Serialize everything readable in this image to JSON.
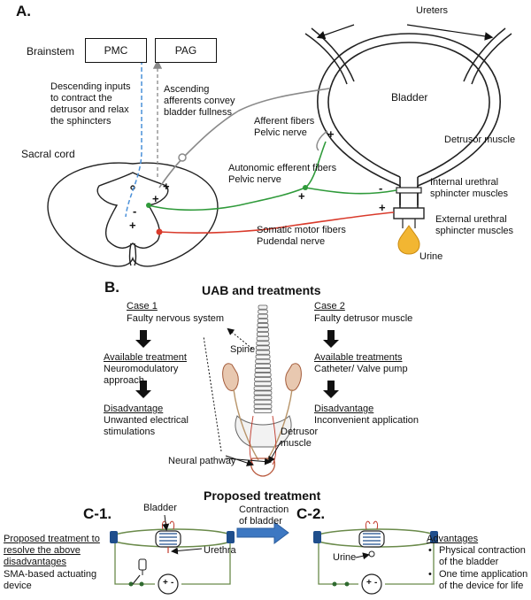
{
  "panel_a": {
    "label": "A.",
    "brainstem": "Brainstem",
    "pmc": "PMC",
    "pag": "PAG",
    "ureters": "Ureters",
    "bladder": "Bladder",
    "descending_1": "Descending inputs",
    "descending_2": "to contract the",
    "descending_3": "detrusor and relax",
    "descending_4": "the sphincters",
    "ascending_1": "Ascending",
    "ascending_2": "afferents convey",
    "ascending_3": "bladder fullness",
    "afferent_1": "Afferent fibers",
    "afferent_2": "Pelvic nerve",
    "detrusor_muscle": "Detrusor muscle",
    "sacral_cord": "Sacral cord",
    "autonomic_1": "Autonomic efferent fibers",
    "autonomic_2": "Pelvic nerve",
    "internal_1": "Internal urethral",
    "internal_2": "sphincter muscles",
    "external_1": "External urethral",
    "external_2": "sphincter muscles",
    "somatic_1": "Somatic motor fibers",
    "somatic_2": "Pudendal nerve",
    "urine": "Urine",
    "plus": "+",
    "minus": "-"
  },
  "panel_b": {
    "label": "B.",
    "title": "UAB and treatments",
    "case1": "Case 1",
    "case1_desc": "Faulty nervous system",
    "avail1": "Available treatment",
    "avail1_desc_1": "Neuromodulatory",
    "avail1_desc_2": "approach",
    "disadv1": "Disadvantage",
    "disadv1_desc_1": "Unwanted electrical",
    "disadv1_desc_2": "stimulations",
    "spine": "Spine",
    "case2": "Case 2",
    "case2_desc": "Faulty detrusor muscle",
    "avail2": "Available treatments",
    "avail2_desc": "Catheter/ Valve pump",
    "disadv2": "Disadvantage",
    "disadv2_desc": "Inconvenient application",
    "detrusor_1": "Detrusor",
    "detrusor_2": "muscle",
    "neural_pathway": "Neural pathway"
  },
  "panel_c": {
    "title": "Proposed treatment",
    "c1": "C-1.",
    "c2": "C-2.",
    "bladder": "Bladder",
    "contraction_1": "Contraction",
    "contraction_2": "of bladder",
    "proposed_1": "Proposed treatment to",
    "proposed_2": "resolve the above",
    "proposed_3": "disadvantages",
    "proposed_4": "SMA-based actuating",
    "proposed_5": "device",
    "urethra": "Urethra",
    "urine": "Urine",
    "advantages": "Advantages",
    "adv1_1": "Physical contraction",
    "adv1_2": "of the bladder",
    "adv2_1": "One time application",
    "adv2_2": "of the device for life",
    "bullet": "•",
    "plus": "+",
    "minus": "-"
  },
  "colors": {
    "afferent": "#8a8a8a",
    "autonomic": "#2f9a3a",
    "somatic": "#d93a2b",
    "descending": "#4a90d9",
    "urine": "#f2b632",
    "arrow_blue": "#3d78c2",
    "device_blue": "#1f4e8c",
    "device_green": "#6a8a4a"
  }
}
